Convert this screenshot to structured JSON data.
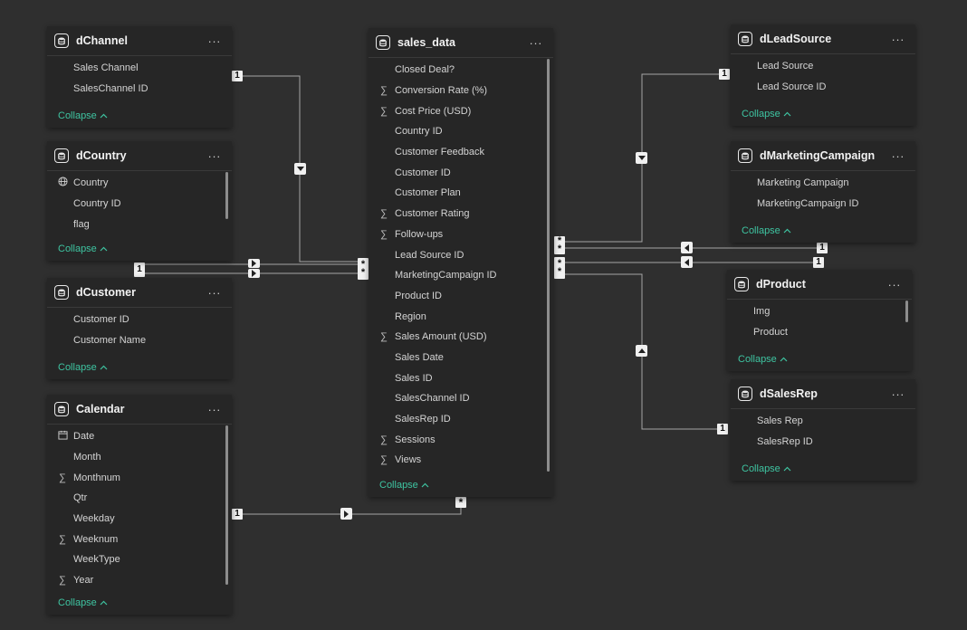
{
  "collapse_label": "Collapse",
  "tables": {
    "dChannel": {
      "title": "dChannel",
      "fields": [
        {
          "label": "Sales Channel",
          "icon": ""
        },
        {
          "label": "SalesChannel ID",
          "icon": ""
        }
      ]
    },
    "dCountry": {
      "title": "dCountry",
      "fields": [
        {
          "label": "Country",
          "icon": "globe-icon"
        },
        {
          "label": "Country ID",
          "icon": ""
        },
        {
          "label": "flag",
          "icon": ""
        }
      ]
    },
    "dCustomer": {
      "title": "dCustomer",
      "fields": [
        {
          "label": "Customer ID",
          "icon": ""
        },
        {
          "label": "Customer Name",
          "icon": ""
        }
      ]
    },
    "Calendar": {
      "title": "Calendar",
      "fields": [
        {
          "label": "Date",
          "icon": "calendar-icon"
        },
        {
          "label": "Month",
          "icon": ""
        },
        {
          "label": "Monthnum",
          "icon": "sigma-icon"
        },
        {
          "label": "Qtr",
          "icon": ""
        },
        {
          "label": "Weekday",
          "icon": ""
        },
        {
          "label": "Weeknum",
          "icon": "sigma-icon"
        },
        {
          "label": "WeekType",
          "icon": ""
        },
        {
          "label": "Year",
          "icon": "sigma-icon"
        }
      ]
    },
    "sales_data": {
      "title": "sales_data",
      "fields": [
        {
          "label": "Closed Deal?",
          "icon": ""
        },
        {
          "label": "Conversion Rate (%)",
          "icon": "sigma-icon"
        },
        {
          "label": "Cost Price (USD)",
          "icon": "sigma-icon"
        },
        {
          "label": "Country ID",
          "icon": ""
        },
        {
          "label": "Customer Feedback",
          "icon": ""
        },
        {
          "label": "Customer ID",
          "icon": ""
        },
        {
          "label": "Customer Plan",
          "icon": ""
        },
        {
          "label": "Customer Rating",
          "icon": "sigma-icon"
        },
        {
          "label": "Follow-ups",
          "icon": "sigma-icon"
        },
        {
          "label": "Lead Source ID",
          "icon": ""
        },
        {
          "label": "MarketingCampaign ID",
          "icon": ""
        },
        {
          "label": "Product ID",
          "icon": ""
        },
        {
          "label": "Region",
          "icon": ""
        },
        {
          "label": "Sales Amount (USD)",
          "icon": "sigma-icon"
        },
        {
          "label": "Sales Date",
          "icon": ""
        },
        {
          "label": "Sales ID",
          "icon": ""
        },
        {
          "label": "SalesChannel ID",
          "icon": ""
        },
        {
          "label": "SalesRep ID",
          "icon": ""
        },
        {
          "label": "Sessions",
          "icon": "sigma-icon"
        },
        {
          "label": "Views",
          "icon": "sigma-icon"
        }
      ]
    },
    "dLeadSource": {
      "title": "dLeadSource",
      "fields": [
        {
          "label": "Lead Source",
          "icon": ""
        },
        {
          "label": "Lead Source ID",
          "icon": ""
        }
      ]
    },
    "dMarketingCampaign": {
      "title": "dMarketingCampaign",
      "fields": [
        {
          "label": "Marketing Campaign",
          "icon": ""
        },
        {
          "label": "MarketingCampaign ID",
          "icon": ""
        }
      ]
    },
    "dProduct": {
      "title": "dProduct",
      "fields": [
        {
          "label": "Img",
          "icon": ""
        },
        {
          "label": "Product",
          "icon": ""
        }
      ]
    },
    "dSalesRep": {
      "title": "dSalesRep",
      "fields": [
        {
          "label": "Sales Rep",
          "icon": ""
        },
        {
          "label": "SalesRep ID",
          "icon": ""
        }
      ]
    }
  },
  "relationships": [
    {
      "from": "dChannel",
      "to": "sales_data",
      "from_card": "1",
      "to_card": "*"
    },
    {
      "from": "dCountry",
      "to": "sales_data",
      "from_card": "1",
      "to_card": "*"
    },
    {
      "from": "dCustomer",
      "to": "sales_data",
      "from_card": "1",
      "to_card": "*"
    },
    {
      "from": "Calendar",
      "to": "sales_data",
      "from_card": "1",
      "to_card": "*"
    },
    {
      "from": "dLeadSource",
      "to": "sales_data",
      "from_card": "1",
      "to_card": "*"
    },
    {
      "from": "dMarketingCampaign",
      "to": "sales_data",
      "from_card": "1",
      "to_card": "*"
    },
    {
      "from": "dProduct",
      "to": "sales_data",
      "from_card": "1",
      "to_card": "*"
    },
    {
      "from": "dSalesRep",
      "to": "sales_data",
      "from_card": "1",
      "to_card": "*"
    }
  ],
  "colors": {
    "background": "#2f2f2f",
    "card": "#262626",
    "accent": "#3ec4a1",
    "line": "#a6a6a6"
  }
}
